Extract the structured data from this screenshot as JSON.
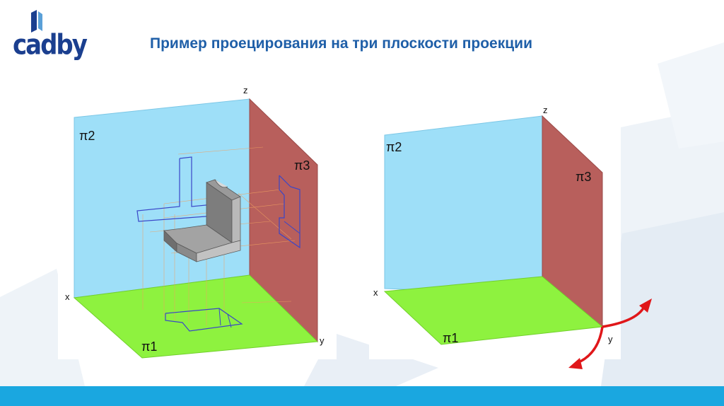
{
  "logo": {
    "text": "cadby"
  },
  "title": "Пример проецирования на три плоскости проекции",
  "left_diagram": {
    "axis_z": "z",
    "axis_x": "x",
    "axis_y": "y",
    "plane_pi2": "π2",
    "plane_pi3": "π3",
    "plane_pi1": "π1"
  },
  "right_diagram": {
    "axis_z": "z",
    "axis_x": "x",
    "axis_y": "y",
    "plane_pi2": "π2",
    "plane_pi3": "π3",
    "plane_pi1": "π1"
  },
  "colors": {
    "frontal_plane": "#9edff8",
    "profile_plane": "#b85f5c",
    "horizontal_plane": "#8ef23f",
    "title": "#1f5fa8",
    "footer": "#1aa7e0",
    "projection_lines": "#3a46c8",
    "arrows": "#e0171a"
  }
}
